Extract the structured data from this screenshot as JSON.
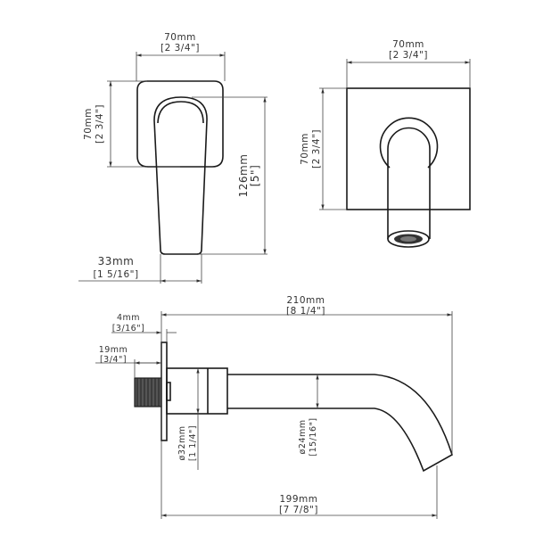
{
  "top_left_view": {
    "width_mm": "70mm",
    "width_in": "[2 3/4\"]",
    "height_mm": "70mm",
    "height_in": "[2 3/4\"]",
    "lever_length_mm": "126mm",
    "lever_length_in": "[5\"]",
    "lever_width_mm": "33mm",
    "lever_width_in": "[1 5/16\"]"
  },
  "top_right_view": {
    "width_mm": "70mm",
    "width_in": "[2 3/4\"]",
    "height_mm": "70mm",
    "height_in": "[2 3/4\"]"
  },
  "side_view": {
    "overall_mm": "210mm",
    "overall_in": "[8 1/4\"]",
    "plate_mm": "4mm",
    "plate_in": "[3/16\"]",
    "thread_mm": "19mm",
    "thread_in": "[3/4\"]",
    "body_dia_mm": "ø32mm",
    "body_dia_in": "[1 1/4\"]",
    "pipe_dia_mm": "ø24mm",
    "pipe_dia_in": "[15/16\"]",
    "reach_mm": "199mm",
    "reach_in": "[7 7/8\"]"
  }
}
